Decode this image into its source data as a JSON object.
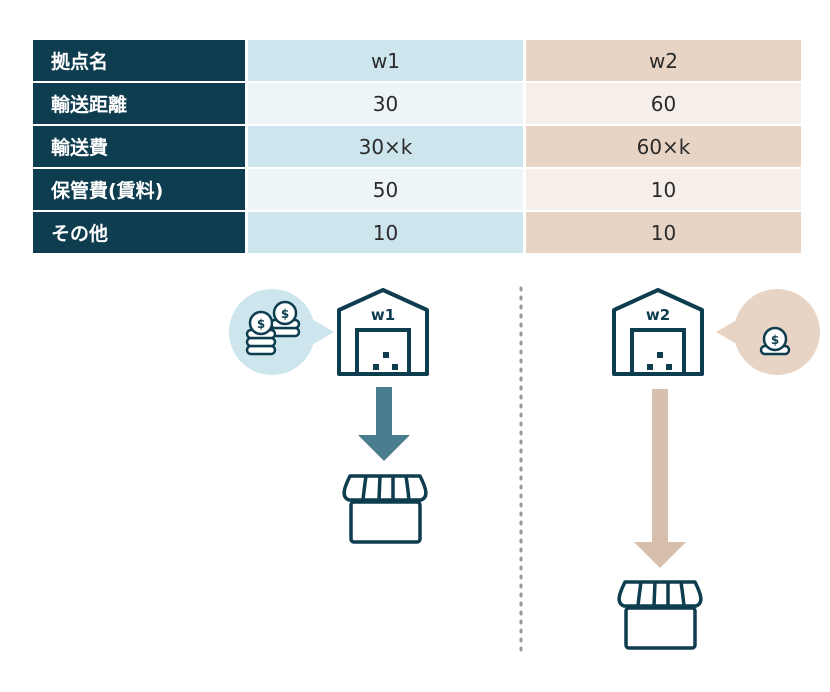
{
  "table": {
    "header": [
      "拠点名",
      "w1",
      "w2"
    ],
    "rows": [
      [
        "輸送距離",
        "30",
        "60"
      ],
      [
        "輸送費",
        "30×k",
        "60×k"
      ],
      [
        "保管費(賃料)",
        "50",
        "10"
      ],
      [
        "その他",
        "10",
        "10"
      ]
    ]
  },
  "diagram": {
    "w1_label": "w1",
    "w2_label": "w2",
    "colors": {
      "dark": "#0e3d4f",
      "w1_accent": "#4a7d8f",
      "w1_bubble": "#cde5ec",
      "w2_accent": "#d7bfad",
      "w2_bubble": "#e8d4c4"
    },
    "icons": [
      "coin-stack-icon",
      "warehouse-icon",
      "store-icon",
      "arrow-down-icon"
    ]
  }
}
